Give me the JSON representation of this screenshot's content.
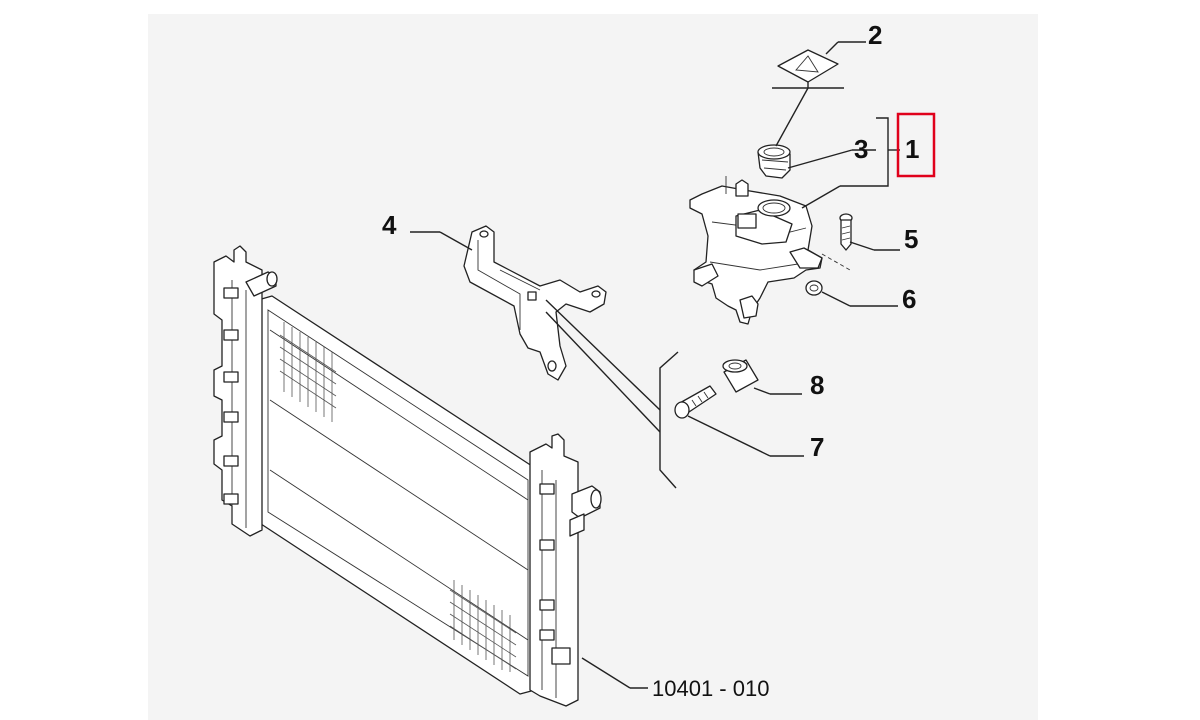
{
  "diagram": {
    "callouts": {
      "c1": "1",
      "c2": "2",
      "c3": "3",
      "c4": "4",
      "c5": "5",
      "c6": "6",
      "c7": "7",
      "c8": "8"
    },
    "reference_code": "10401 - 010",
    "highlight_color": "#e0001b",
    "background_color": "#f4f4f4"
  }
}
